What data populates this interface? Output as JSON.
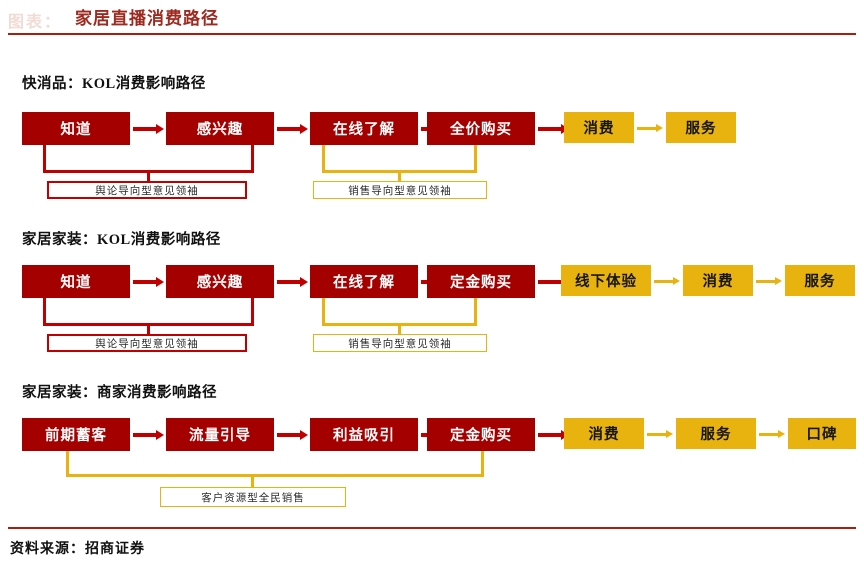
{
  "header": {
    "prefix": "图表：",
    "title": "家居直播消费路径",
    "accent_color": "#a81f12"
  },
  "colors": {
    "red_node": "#a50000",
    "gold_node": "#e8b20f",
    "red_line": "#c00000",
    "gold_line": "#e8b20f",
    "title_red": "#9e2a1f"
  },
  "sections": [
    {
      "id": "fmcg-kol",
      "title": "快消品：KOL消费影响路径",
      "nodes": [
        {
          "label": "知道",
          "style": "red"
        },
        {
          "label": "感兴趣",
          "style": "red"
        },
        {
          "label": "在线了解",
          "style": "red"
        },
        {
          "label": "全价购买",
          "style": "red"
        },
        {
          "label": "消费",
          "style": "gold"
        },
        {
          "label": "服务",
          "style": "gold"
        }
      ],
      "brackets": [
        {
          "label": "舆论导向型意见领袖",
          "style": "red"
        },
        {
          "label": "销售导向型意见领袖",
          "style": "gold"
        }
      ]
    },
    {
      "id": "home-kol",
      "title": "家居家装：KOL消费影响路径",
      "nodes": [
        {
          "label": "知道",
          "style": "red"
        },
        {
          "label": "感兴趣",
          "style": "red"
        },
        {
          "label": "在线了解",
          "style": "red"
        },
        {
          "label": "定金购买",
          "style": "red"
        },
        {
          "label": "线下体验",
          "style": "gold"
        },
        {
          "label": "消费",
          "style": "gold"
        },
        {
          "label": "服务",
          "style": "gold"
        }
      ],
      "brackets": [
        {
          "label": "舆论导向型意见领袖",
          "style": "red"
        },
        {
          "label": "销售导向型意见领袖",
          "style": "gold"
        }
      ]
    },
    {
      "id": "home-merchant",
      "title": "家居家装：商家消费影响路径",
      "nodes": [
        {
          "label": "前期蓄客",
          "style": "red"
        },
        {
          "label": "流量引导",
          "style": "red"
        },
        {
          "label": "利益吸引",
          "style": "red"
        },
        {
          "label": "定金购买",
          "style": "red"
        },
        {
          "label": "消费",
          "style": "gold"
        },
        {
          "label": "服务",
          "style": "gold"
        },
        {
          "label": "口碑",
          "style": "gold"
        }
      ],
      "brackets": [
        {
          "label": "客户资源型全民销售",
          "style": "gold"
        }
      ]
    }
  ],
  "footer": {
    "source": "资料来源：招商证券"
  }
}
